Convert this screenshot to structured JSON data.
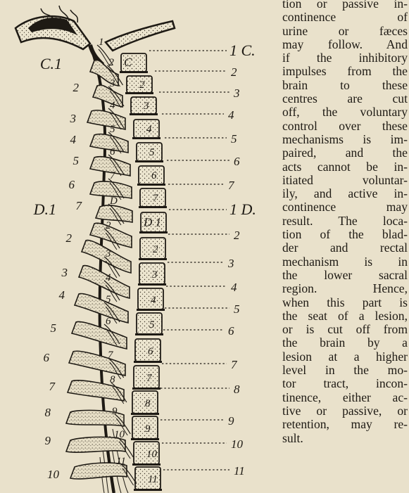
{
  "figure": {
    "right_labels": [
      {
        "text": "1 C."
      },
      {
        "text": "2"
      },
      {
        "text": "3"
      },
      {
        "text": "4"
      },
      {
        "text": "5"
      },
      {
        "text": "6"
      },
      {
        "text": "7"
      },
      {
        "text": "1 D."
      },
      {
        "text": "2"
      },
      {
        "text": "3"
      },
      {
        "text": "4"
      },
      {
        "text": "5"
      },
      {
        "text": "6"
      },
      {
        "text": "7"
      },
      {
        "text": "8"
      },
      {
        "text": "9"
      },
      {
        "text": "10"
      },
      {
        "text": "11"
      }
    ],
    "left_labels": [
      {
        "text": "C.1"
      },
      {
        "text": "2"
      },
      {
        "text": "3"
      },
      {
        "text": "4"
      },
      {
        "text": "5"
      },
      {
        "text": "6"
      },
      {
        "text": "7"
      },
      {
        "text": "D.1"
      },
      {
        "text": "2"
      },
      {
        "text": "3"
      },
      {
        "text": "4"
      },
      {
        "text": "5"
      },
      {
        "text": "6"
      },
      {
        "text": "7"
      },
      {
        "text": "8"
      },
      {
        "text": "9"
      },
      {
        "text": "10"
      }
    ],
    "vertebra_labels": [
      {
        "text": "C"
      },
      {
        "text": "2"
      },
      {
        "text": "3"
      },
      {
        "text": "4"
      },
      {
        "text": "5"
      },
      {
        "text": "6"
      },
      {
        "text": "7"
      },
      {
        "text": "D 1"
      },
      {
        "text": "2"
      },
      {
        "text": "3"
      },
      {
        "text": "4"
      },
      {
        "text": "5"
      },
      {
        "text": "6"
      },
      {
        "text": "7"
      },
      {
        "text": "8"
      },
      {
        "text": "9"
      },
      {
        "text": "10"
      },
      {
        "text": "11"
      }
    ],
    "cord_labels": [
      {
        "text": "1"
      },
      {
        "text": "2"
      },
      {
        "text": "3"
      },
      {
        "text": "4"
      },
      {
        "text": "5"
      },
      {
        "text": "6"
      },
      {
        "text": "7"
      },
      {
        "text": "D"
      },
      {
        "text": "2"
      },
      {
        "text": "3"
      },
      {
        "text": "4"
      },
      {
        "text": "5"
      },
      {
        "text": "6"
      },
      {
        "text": "7"
      },
      {
        "text": "8"
      },
      {
        "text": "9"
      },
      {
        "text": "10"
      },
      {
        "text": "11"
      }
    ]
  },
  "text_column": {
    "lines": [
      "tion or passive in-",
      "continence of",
      "urine or fæces",
      "may follow. And",
      "if the inhibitory",
      "impulses from the",
      "brain to these",
      "centres are cut",
      "off, the voluntary",
      "control over these",
      "mechanisms is im-",
      "paired, and the",
      "acts cannot be in-",
      "itiated voluntar-",
      "ily, and active in-",
      "continence may",
      "result. The loca-",
      "tion of the blad-",
      "der and rectal",
      "mechanism is in",
      "the lower sacral",
      "region. Hence,",
      "when this part is",
      "the seat of a lesion,",
      "or is cut off from",
      "the brain by a",
      "lesion at a higher",
      "level in the mo-",
      "tor tract, incon-",
      "tinence, either ac-",
      "tive or passive, or",
      "retention, may re-",
      "sult."
    ]
  }
}
